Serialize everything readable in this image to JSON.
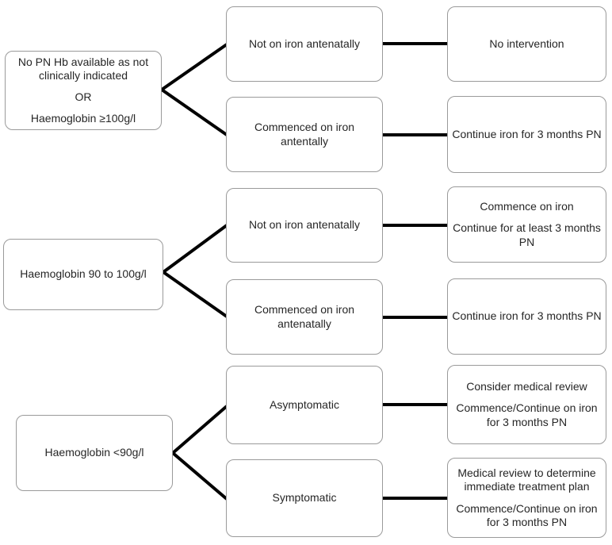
{
  "colors": {
    "background": "#ffffff",
    "box_fill": "#ffffff",
    "box_border": "#9a9a9a",
    "text": "#262626",
    "connector": "#000000"
  },
  "boxes": {
    "condition_no_pn_hb": {
      "lines": [
        "No PN Hb available as not clinically indicated",
        "OR",
        "Haemoglobin ≥100g/l"
      ]
    },
    "condition_hb_90_100": {
      "lines": [
        "Haemoglobin 90 to 100g/l"
      ]
    },
    "condition_hb_below_90": {
      "lines": [
        "Haemoglobin <90g/l"
      ]
    },
    "branch_not_on_iron_a": {
      "lines": [
        "Not on iron antenatally"
      ]
    },
    "branch_commenced_iron_a": {
      "lines": [
        "Commenced on iron antentally"
      ]
    },
    "branch_not_on_iron_b": {
      "lines": [
        "Not on iron antenatally"
      ]
    },
    "branch_commenced_iron_b": {
      "lines": [
        "Commenced on iron antenatally"
      ]
    },
    "branch_asymptomatic": {
      "lines": [
        "Asymptomatic"
      ]
    },
    "branch_symptomatic": {
      "lines": [
        "Symptomatic"
      ]
    },
    "outcome_no_intervention": {
      "lines": [
        "No intervention"
      ]
    },
    "outcome_continue_iron_a": {
      "lines": [
        "Continue iron for 3 months PN"
      ]
    },
    "outcome_commence_continue": {
      "lines": [
        "Commence on iron",
        "Continue for at least 3 months PN"
      ]
    },
    "outcome_continue_iron_b": {
      "lines": [
        "Continue iron for 3 months PN"
      ]
    },
    "outcome_consider_review": {
      "lines": [
        "Consider medical review",
        "Commence/Continue on iron for 3 months PN"
      ]
    },
    "outcome_medical_review": {
      "lines": [
        "Medical review to determine immediate treatment plan",
        "Commence/Continue on iron for 3 months PN"
      ]
    }
  },
  "edges": [
    {
      "from": "condition_no_pn_hb",
      "to": "branch_not_on_iron_a"
    },
    {
      "from": "condition_no_pn_hb",
      "to": "branch_commenced_iron_a"
    },
    {
      "from": "branch_not_on_iron_a",
      "to": "outcome_no_intervention"
    },
    {
      "from": "branch_commenced_iron_a",
      "to": "outcome_continue_iron_a"
    },
    {
      "from": "condition_hb_90_100",
      "to": "branch_not_on_iron_b"
    },
    {
      "from": "condition_hb_90_100",
      "to": "branch_commenced_iron_b"
    },
    {
      "from": "branch_not_on_iron_b",
      "to": "outcome_commence_continue"
    },
    {
      "from": "branch_commenced_iron_b",
      "to": "outcome_continue_iron_b"
    },
    {
      "from": "condition_hb_below_90",
      "to": "branch_asymptomatic"
    },
    {
      "from": "condition_hb_below_90",
      "to": "branch_symptomatic"
    },
    {
      "from": "branch_asymptomatic",
      "to": "outcome_consider_review"
    },
    {
      "from": "branch_symptomatic",
      "to": "outcome_medical_review"
    }
  ]
}
